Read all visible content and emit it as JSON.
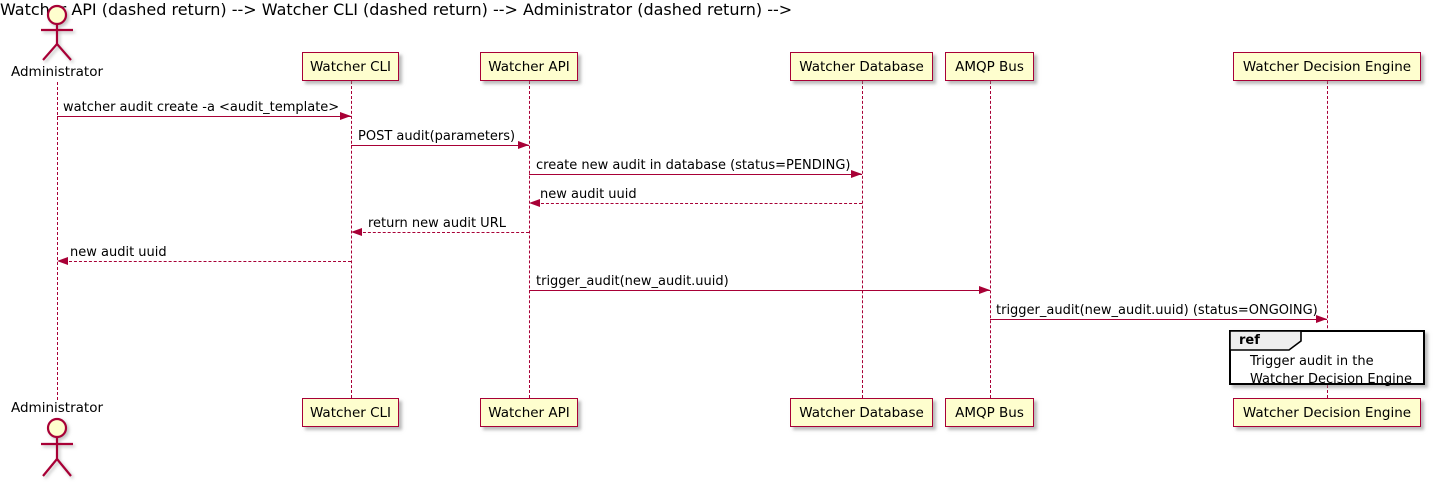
{
  "diagram": {
    "type": "sequence-diagram",
    "actor": {
      "name": "Administrator"
    },
    "participants": [
      {
        "name": "Watcher CLI"
      },
      {
        "name": "Watcher API"
      },
      {
        "name": "Watcher Database"
      },
      {
        "name": "AMQP Bus"
      },
      {
        "name": "Watcher Decision Engine"
      }
    ],
    "messages": [
      {
        "label": "watcher audit create -a <audit_template>",
        "from": "Administrator",
        "to": "Watcher CLI",
        "line": "solid"
      },
      {
        "label": "POST audit(parameters)",
        "from": "Watcher CLI",
        "to": "Watcher API",
        "line": "solid"
      },
      {
        "label": "create new audit in database (status=PENDING)",
        "from": "Watcher API",
        "to": "Watcher Database",
        "line": "solid"
      },
      {
        "label": "new audit uuid",
        "from": "Watcher Database",
        "to": "Watcher API",
        "line": "dashed"
      },
      {
        "label": "return new audit URL",
        "from": "Watcher API",
        "to": "Watcher CLI",
        "line": "dashed"
      },
      {
        "label": "new audit uuid",
        "from": "Watcher CLI",
        "to": "Administrator",
        "line": "dashed"
      },
      {
        "label": "trigger_audit(new_audit.uuid)",
        "from": "Watcher API",
        "to": "AMQP Bus",
        "line": "solid"
      },
      {
        "label": "trigger_audit(new_audit.uuid) (status=ONGOING)",
        "from": "AMQP Bus",
        "to": "Watcher Decision Engine",
        "line": "solid"
      }
    ],
    "ref": {
      "tag": "ref",
      "line1": "Trigger audit in the",
      "line2": "Watcher Decision Engine"
    },
    "colors": {
      "participant_fill": "#FEFECE",
      "accent": "#A80036",
      "text": "#000000",
      "ref_tag_fill": "#EEEEEE",
      "ref_border": "#000000"
    }
  }
}
